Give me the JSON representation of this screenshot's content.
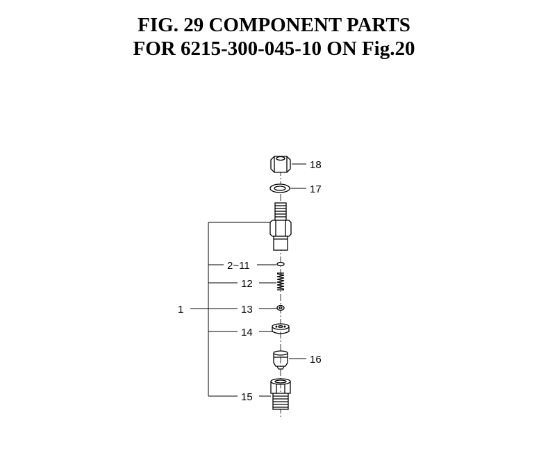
{
  "title": {
    "line1": "FIG. 29  COMPONENT PARTS",
    "line2": "FOR 6215-300-045-10 ON Fig.20"
  },
  "callouts": {
    "c1": "1",
    "c2_11": "2~11",
    "c12": "12",
    "c13": "13",
    "c14": "14",
    "c15": "15",
    "c16": "16",
    "c17": "17",
    "c18": "18"
  }
}
